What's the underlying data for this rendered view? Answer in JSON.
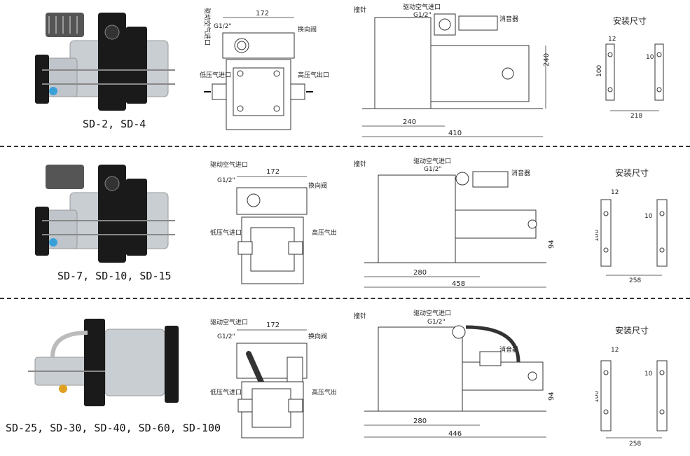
{
  "rows": [
    {
      "caption": "SD-2, SD-4",
      "front": {
        "width": "172",
        "drive_port": "G1/2\"",
        "drive_label": "驱动空气进口",
        "valve_label": "换向阀",
        "low_in": "低压气进口",
        "high_out": "高压气出口"
      },
      "side": {
        "striker": "撞针",
        "drive_label": "驱动空气进口",
        "drive_port": "G1/2\"",
        "muffler": "消音器",
        "dim_a": "240",
        "dim_b": "410",
        "dim_h": "240"
      },
      "mount": {
        "title": "安装尺寸",
        "d1": "12",
        "d2": "10",
        "d3": "100",
        "d4": "218"
      }
    },
    {
      "caption": "SD-7, SD-10, SD-15",
      "front": {
        "width": "172",
        "drive_port": "G1/2\"",
        "drive_label": "驱动空气进口",
        "valve_label": "换向阀",
        "low_in": "低压气进口",
        "high_out": "高压气出口"
      },
      "side": {
        "striker": "撞针",
        "drive_label": "驱动空气进口",
        "drive_port": "G1/2\"",
        "muffler": "消音器",
        "dim_a": "280",
        "dim_b": "458",
        "dim_h": "94"
      },
      "mount": {
        "title": "安装尺寸",
        "d1": "12",
        "d2": "10",
        "d3": "100",
        "d4": "258"
      }
    },
    {
      "caption": "SD-25, SD-30, SD-40, SD-60, SD-100",
      "front": {
        "width": "172",
        "drive_port": "G1/2\"",
        "drive_label": "驱动空气进口",
        "valve_label": "换向阀",
        "low_in": "低压气进口",
        "high_out": "高压气出口"
      },
      "side": {
        "striker": "撞针",
        "drive_label": "驱动空气进口",
        "drive_port": "G1/2\"",
        "muffler": "消音器",
        "dim_a": "280",
        "dim_b": "446",
        "dim_h": "94"
      },
      "mount": {
        "title": "安装尺寸",
        "d1": "12",
        "d2": "10",
        "d3": "100",
        "d4": "258"
      }
    }
  ],
  "colors": {
    "frame": "#1a1a1a",
    "cylinder": "#c9ced3",
    "line": "#333333",
    "accent": "#3aa0d8"
  }
}
